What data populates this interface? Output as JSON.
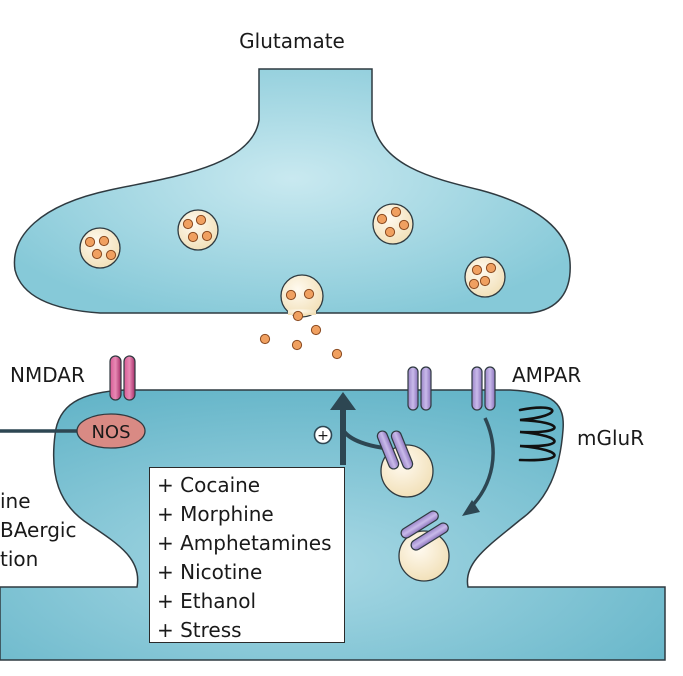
{
  "labels": {
    "title": "Glutamate",
    "nmdar": "NMDAR",
    "nos": "NOS",
    "ampar": "AMPAR",
    "mglur": "mGluR",
    "plus": "+",
    "left_cut_1": "ine",
    "left_cut_2": "BAergic",
    "left_cut_3": "tion"
  },
  "drugs": [
    "+ Cocaine",
    "+ Morphine",
    "+ Amphetamines",
    "+ Nicotine",
    "+ Ethanol",
    "+ Stress"
  ],
  "colors": {
    "terminal": "#8fcfdc",
    "postsynaptic": "#6cb8cb",
    "outline": "#2f3a40",
    "vesicle": "#f6e7c4",
    "glutamate_dot": "#f0a060",
    "nmdar": "#b83c78",
    "ampar": "#a78fd0",
    "nos": "#d98a84",
    "arrow": "#2d4652"
  }
}
